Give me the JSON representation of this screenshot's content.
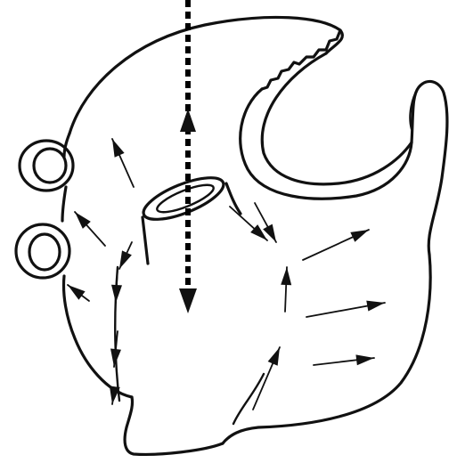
{
  "figure": {
    "subject": "heart-chamber-line-drawing",
    "stroke_color": "#111111",
    "background_color": "#ffffff",
    "has_text_labels": false,
    "flow_arrow_count": 14,
    "dotted_line_arrow_count": 2
  }
}
